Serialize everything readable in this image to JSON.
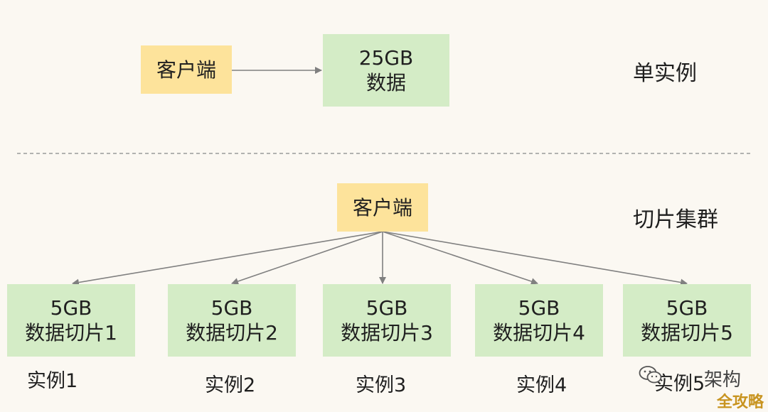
{
  "single": {
    "client": "客户端",
    "data_line1": "25GB",
    "data_line2": "数据",
    "label": "单实例"
  },
  "cluster": {
    "client": "客户端",
    "label": "切片集群",
    "shards": [
      {
        "size": "5GB",
        "name": "数据切片1",
        "instance": "实例1"
      },
      {
        "size": "5GB",
        "name": "数据切片2",
        "instance": "实例2"
      },
      {
        "size": "5GB",
        "name": "数据切片3",
        "instance": "实例3"
      },
      {
        "size": "5GB",
        "name": "数据切片4",
        "instance": "实例4"
      },
      {
        "size": "5GB",
        "name": "数据切片5",
        "instance": "实例5"
      }
    ]
  },
  "watermark": {
    "text": "架构",
    "icon": "wechat-icon",
    "brand": "全攻略"
  },
  "colors": {
    "client_fill": "#fde39b",
    "data_fill": "#d4ecc6",
    "arrow": "#808080",
    "divider": "#9a9a9a"
  }
}
